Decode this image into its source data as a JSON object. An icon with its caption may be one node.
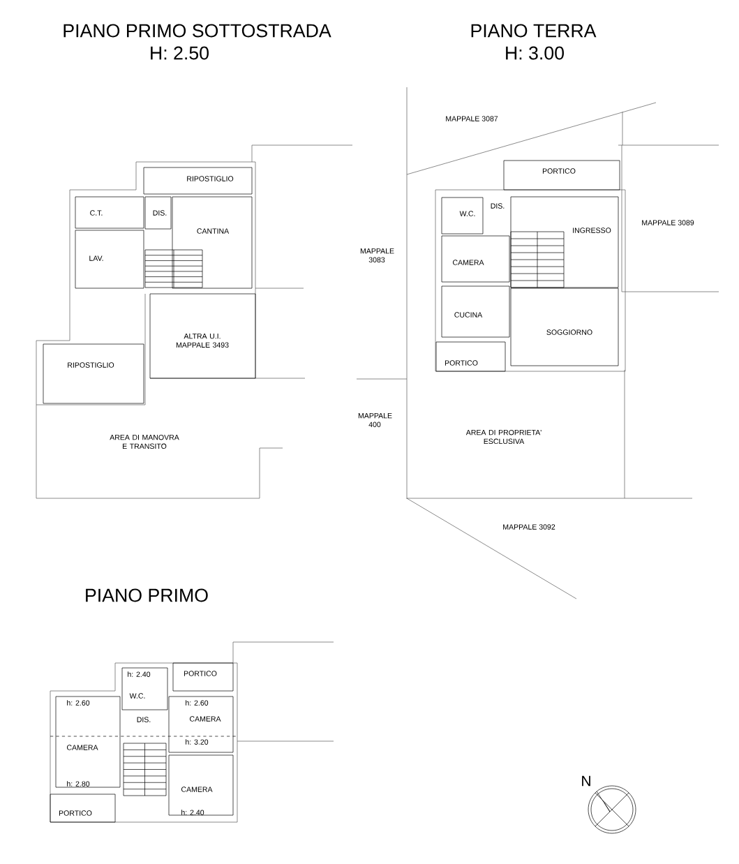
{
  "diagram": {
    "nodes": [
      {
        "text": [
          "RIPOSTIGLIO"
        ]
      },
      {
        "text": [
          "C.T."
        ]
      },
      {
        "text": [
          "DIS."
        ]
      },
      {
        "text": [
          "CANTINA"
        ]
      },
      {
        "text": [
          "LAV."
        ]
      },
      {
        "text": [
          "ALTRA U.I. MAPPALE 3493"
        ]
      },
      {
        "text": [
          "RIPOSTIGLIO"
        ]
      },
      {
        "text": [
          "PORTICO"
        ]
      },
      {
        "text": [
          "W.C."
        ]
      },
      {
        "text": [
          "INGRESSO"
        ]
      },
      {
        "text": [
          "CAMERA"
        ]
      },
      {
        "text": [
          "CUCINA"
        ]
      },
      {
        "text": [
          "SOGGIORNO"
        ]
      },
      {
        "text": [
          "PORTICO"
        ]
      },
      {
        "text": [
          "h: 2.40",
          "W.C."
        ]
      },
      {
        "text": [
          "PORTICO"
        ]
      },
      {
        "text": [
          "h: 2.60",
          "CAMERA",
          "h: 2.80"
        ]
      },
      {
        "text": [
          "h: 2.60",
          "CAMERA",
          "h: 3.20"
        ]
      },
      {
        "text": [
          "CAMERA",
          "h: 2.40"
        ]
      },
      {
        "text": [
          "PORTICO"
        ]
      }
    ],
    "labels": [
      "PIANO PRIMO SOTTOSTRADA",
      "H: 2.50",
      "PIANO TERRA",
      "H: 3.00",
      "MAPPALE 3087",
      "DIS.",
      "MAPPALE 3089",
      "MAPPALE 3083",
      "AREA DI MANOVRA E TRANSITO",
      "MAPPALE 400",
      "AREA DI PROPRIETA' ESCLUSIVA",
      "MAPPALE 3092",
      "PIANO PRIMO",
      "DIS.",
      "N"
    ]
  }
}
